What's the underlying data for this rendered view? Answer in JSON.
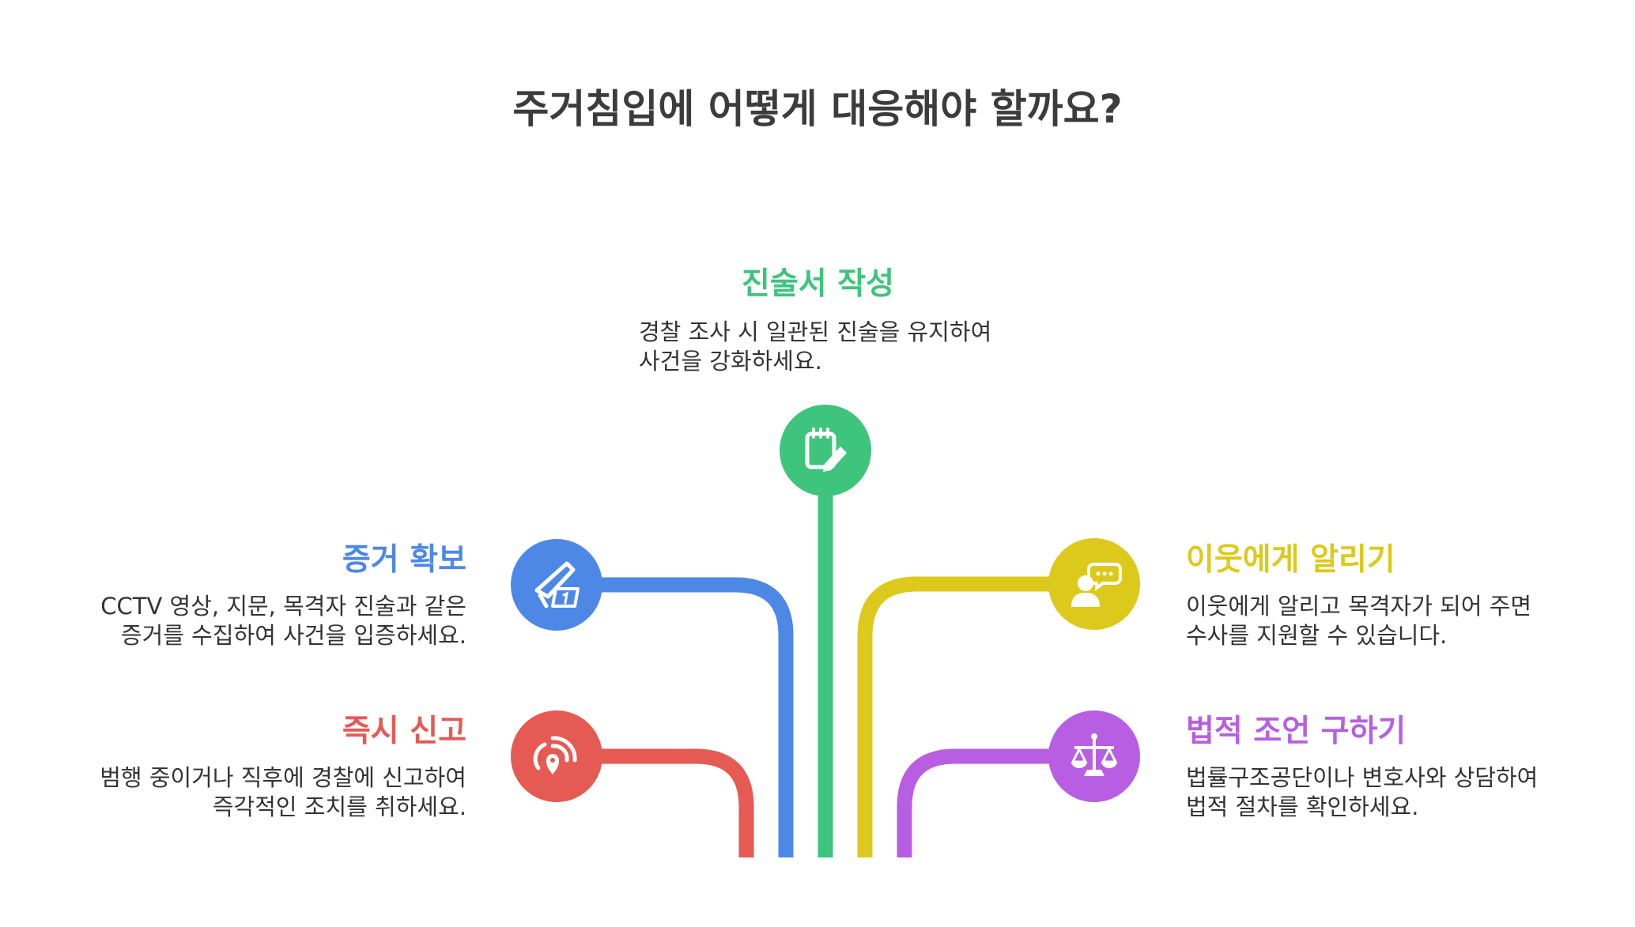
{
  "title": "주거침입에 어떻게 대응해야 할까요?",
  "colors": {
    "green": "#3ec47c",
    "blue": "#4e88e6",
    "red": "#e55a52",
    "yellow": "#ddc91c",
    "purple": "#b85ee2",
    "text": "#333333"
  },
  "branches": [
    {
      "id": "statement",
      "heading": "진술서 작성",
      "desc_lines": [
        "경찰 조사 시 일관된 진술을 유지하여",
        "사건을 강화하세요."
      ],
      "icon": "clipboard-pencil-icon",
      "color": "#3ec47c"
    },
    {
      "id": "evidence",
      "heading": "증거 확보",
      "desc_lines": [
        "CCTV 영상, 지문, 목격자 진술과 같은",
        "증거를 수집하여 사건을 입증하세요."
      ],
      "icon": "fingerprint-tool-icon",
      "color": "#4e88e6"
    },
    {
      "id": "report",
      "heading": "즉시 신고",
      "desc_lines": [
        "범행 중이거나 직후에 경찰에 신고하여",
        "즉각적인 조치를 취하세요."
      ],
      "icon": "location-signal-icon",
      "color": "#e55a52"
    },
    {
      "id": "neighbors",
      "heading": "이웃에게 알리기",
      "desc_lines": [
        "이웃에게 알리고 목격자가 되어 주면",
        "수사를 지원할 수 있습니다."
      ],
      "icon": "person-speech-bubble-icon",
      "color": "#ddc91c"
    },
    {
      "id": "legal",
      "heading": "법적 조언 구하기",
      "desc_lines": [
        "법률구조공단이나 변호사와 상담하여",
        "법적 절차를 확인하세요."
      ],
      "icon": "scales-of-justice-icon",
      "color": "#b85ee2"
    }
  ]
}
